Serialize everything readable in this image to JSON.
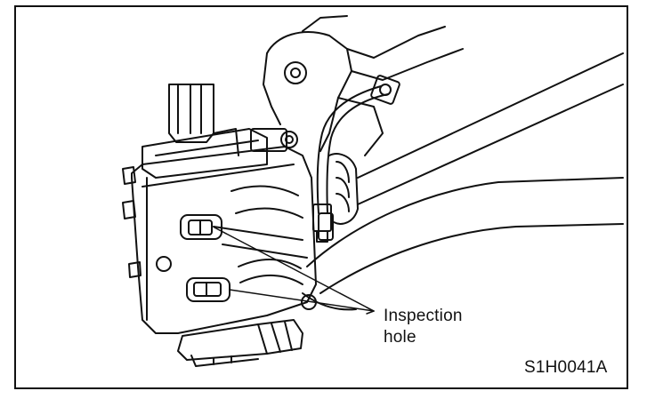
{
  "diagram": {
    "callout": {
      "line1": "Inspection",
      "line2": "hole"
    },
    "figure_code": "S1H0041A"
  },
  "colors": {
    "ink": "#111111",
    "paper": "#ffffff"
  }
}
